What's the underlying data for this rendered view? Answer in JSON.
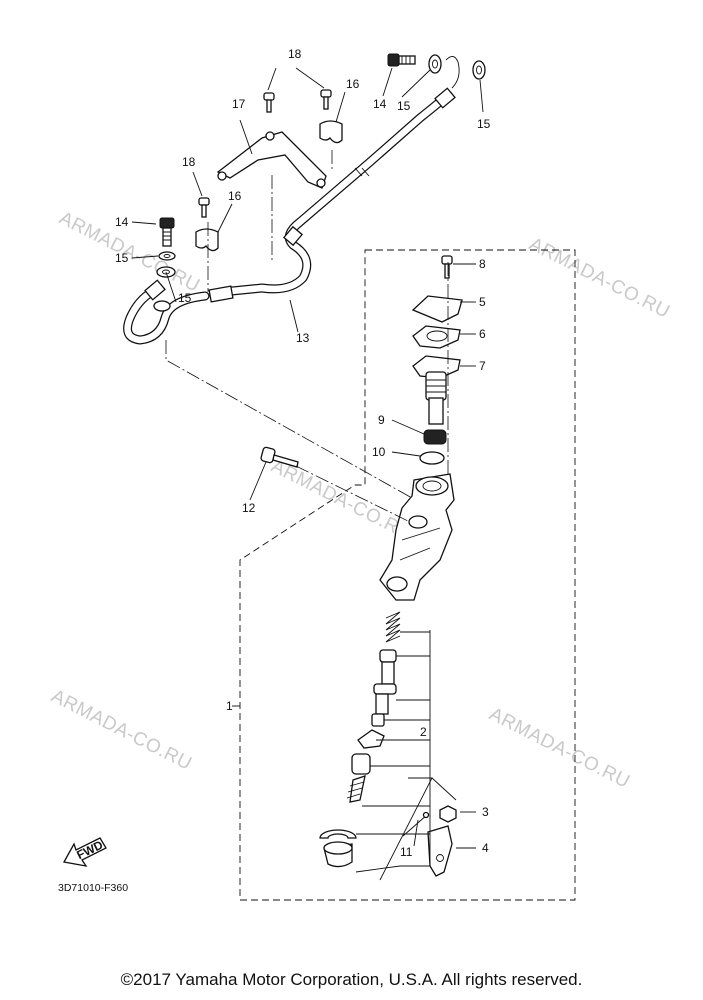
{
  "drawing_code": "3D71010-F360",
  "copyright": "©2017 Yamaha Motor Corporation, U.S.A. All rights reserved.",
  "direction_label": "FWD",
  "watermark": "ARMADA-CO.RU",
  "callouts": [
    "1",
    "2",
    "3",
    "4",
    "5",
    "6",
    "7",
    "8",
    "9",
    "10",
    "11",
    "12",
    "13",
    "14",
    "14",
    "15",
    "15",
    "15",
    "15",
    "16",
    "16",
    "17",
    "18",
    "18"
  ]
}
